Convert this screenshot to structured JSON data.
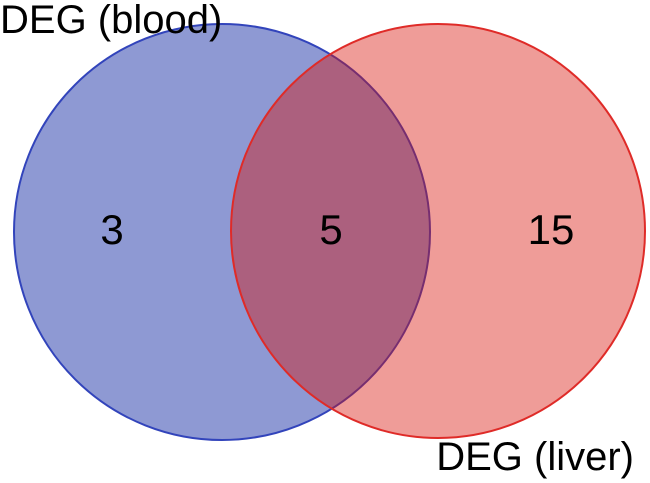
{
  "colors": {
    "background": "#FFFFFF",
    "text": "#000000",
    "blood_fill_base": "#1D33A7",
    "blood_fill_opacity": "0.5",
    "blood_stroke": "#3244BB",
    "liver_fill_base": "#D80E06",
    "liver_fill_opacity": "0.41",
    "liver_stroke": "#DF2B28"
  },
  "venn": {
    "left_label": "DEG (blood)",
    "right_label": "DEG (liver)",
    "left_only_count": "3",
    "intersection_count": "5",
    "right_only_count": "15"
  },
  "chart_data": {
    "type": "venn",
    "title": "",
    "sets": [
      "DEG (blood)",
      "DEG (liver)"
    ],
    "regions": [
      {
        "sets": [
          "DEG (blood)"
        ],
        "value": 3
      },
      {
        "sets": [
          "DEG (blood)",
          "DEG (liver)"
        ],
        "value": 5
      },
      {
        "sets": [
          "DEG (liver)"
        ],
        "value": 15
      }
    ],
    "legend_position": "none",
    "grid": false
  }
}
